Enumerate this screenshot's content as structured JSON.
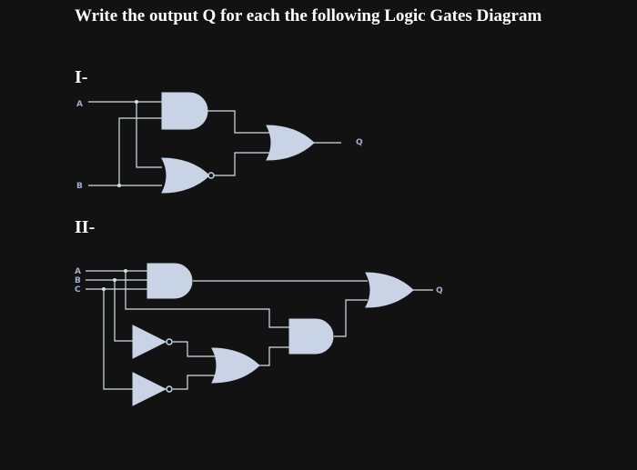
{
  "title": "Write the output Q for each the following Logic Gates Diagram",
  "sections": [
    {
      "label": "I-",
      "inputs": [
        "A",
        "B"
      ],
      "output": "Q",
      "gates": [
        "and-gate",
        "nor-gate",
        "or-gate"
      ]
    },
    {
      "label": "II-",
      "inputs": [
        "A",
        "B",
        "C"
      ],
      "output": "Q",
      "gates": [
        "and-gate",
        "not-gate",
        "not-gate",
        "or-gate",
        "and-gate",
        "or-gate"
      ]
    }
  ],
  "colors": {
    "background": "#121212",
    "gate": "#c8d3e6",
    "wire": "#d8dde6",
    "label": "#9fb0cc"
  }
}
